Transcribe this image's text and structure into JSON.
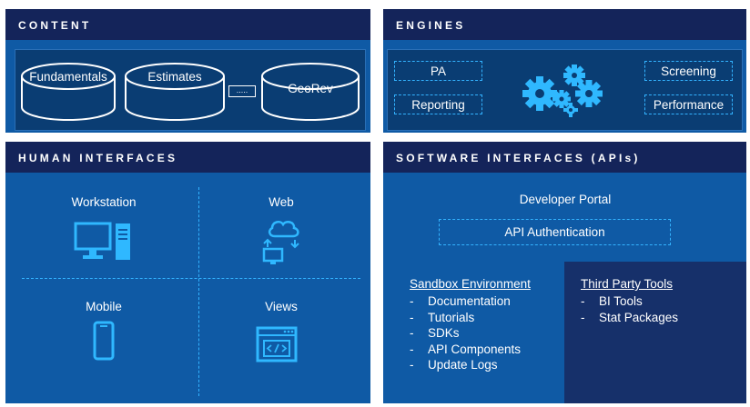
{
  "content": {
    "title": "CONTENT",
    "items": [
      "Fundamentals",
      "Estimates",
      "GeoRev"
    ],
    "ellipsis": "....."
  },
  "engines": {
    "title": "ENGINES",
    "items": [
      "PA",
      "Reporting",
      "Screening",
      "Performance"
    ],
    "center_icon": "gears-icon"
  },
  "human_interfaces": {
    "title": "HUMAN INTERFACES",
    "cells": [
      {
        "label": "Workstation",
        "icon": "workstation-icon"
      },
      {
        "label": "Web",
        "icon": "cloud-computer-icon"
      },
      {
        "label": "Mobile",
        "icon": "mobile-phone-icon"
      },
      {
        "label": "Views",
        "icon": "code-window-icon"
      }
    ]
  },
  "software_interfaces": {
    "title": "SOFTWARE INTERFACES (APIs)",
    "developer_portal": "Developer Portal",
    "api_authentication": "API Authentication",
    "sandbox": {
      "heading": "Sandbox Environment",
      "items": [
        "Documentation",
        "Tutorials",
        "SDKs",
        "API Components",
        "Update Logs"
      ]
    },
    "third_party": {
      "heading": "Third Party Tools",
      "items": [
        "BI Tools",
        "Stat Packages"
      ]
    }
  },
  "colors": {
    "panel": "#0f5aa5",
    "header": "#14245a",
    "accent": "#33b3ff",
    "dark_box": "#16306a"
  }
}
